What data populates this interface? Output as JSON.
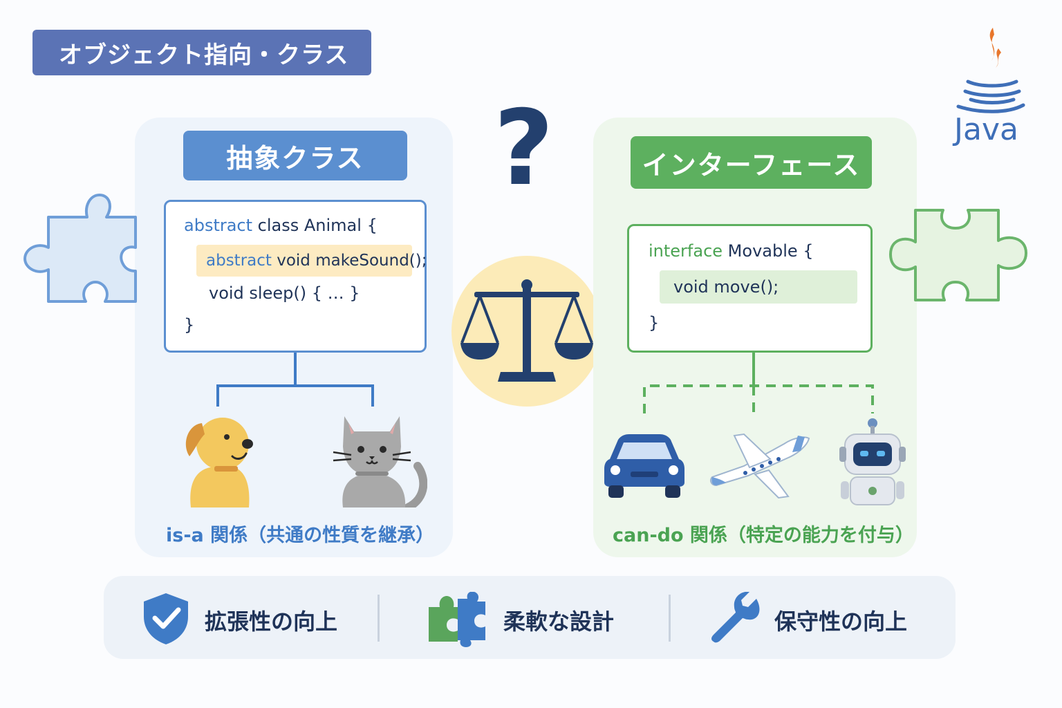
{
  "topic_tag": "オブジェクト指向・クラス",
  "left": {
    "header": "抽象クラス",
    "code": {
      "line1_kw": "abstract",
      "line1_rest": " class Animal {",
      "line2_kw": "abstract",
      "line2_rest": " void makeSound();",
      "line3": "void sleep() { … }",
      "line4": "}"
    },
    "caption": "is-a 関係（共通の性質を継承）",
    "children": [
      "dog-icon",
      "cat-icon"
    ]
  },
  "right": {
    "header": "インターフェース",
    "code": {
      "line1_kw": "interface",
      "line1_rest": " Movable {",
      "line2": "void move();",
      "line3": "}"
    },
    "caption": "can-do 関係（特定の能力を付与）",
    "children": [
      "car-icon",
      "airplane-icon",
      "robot-icon"
    ]
  },
  "center": {
    "icons": [
      "question-mark-icon",
      "balance-scale-icon"
    ],
    "question": "?"
  },
  "logo": {
    "text": "Java"
  },
  "benefits": [
    {
      "icon": "shield-check-icon",
      "label": "拡張性の向上"
    },
    {
      "icon": "puzzle-icon",
      "label": "柔軟な設計"
    },
    {
      "icon": "wrench-icon",
      "label": "保守性の向上"
    }
  ],
  "colors": {
    "tag": "#5b73b5",
    "abstract_blue": "#5b8fd0",
    "interface_green": "#5db05f",
    "navy": "#1f3358",
    "scale_circle": "#fcebb8",
    "java_orange": "#e8762b"
  }
}
